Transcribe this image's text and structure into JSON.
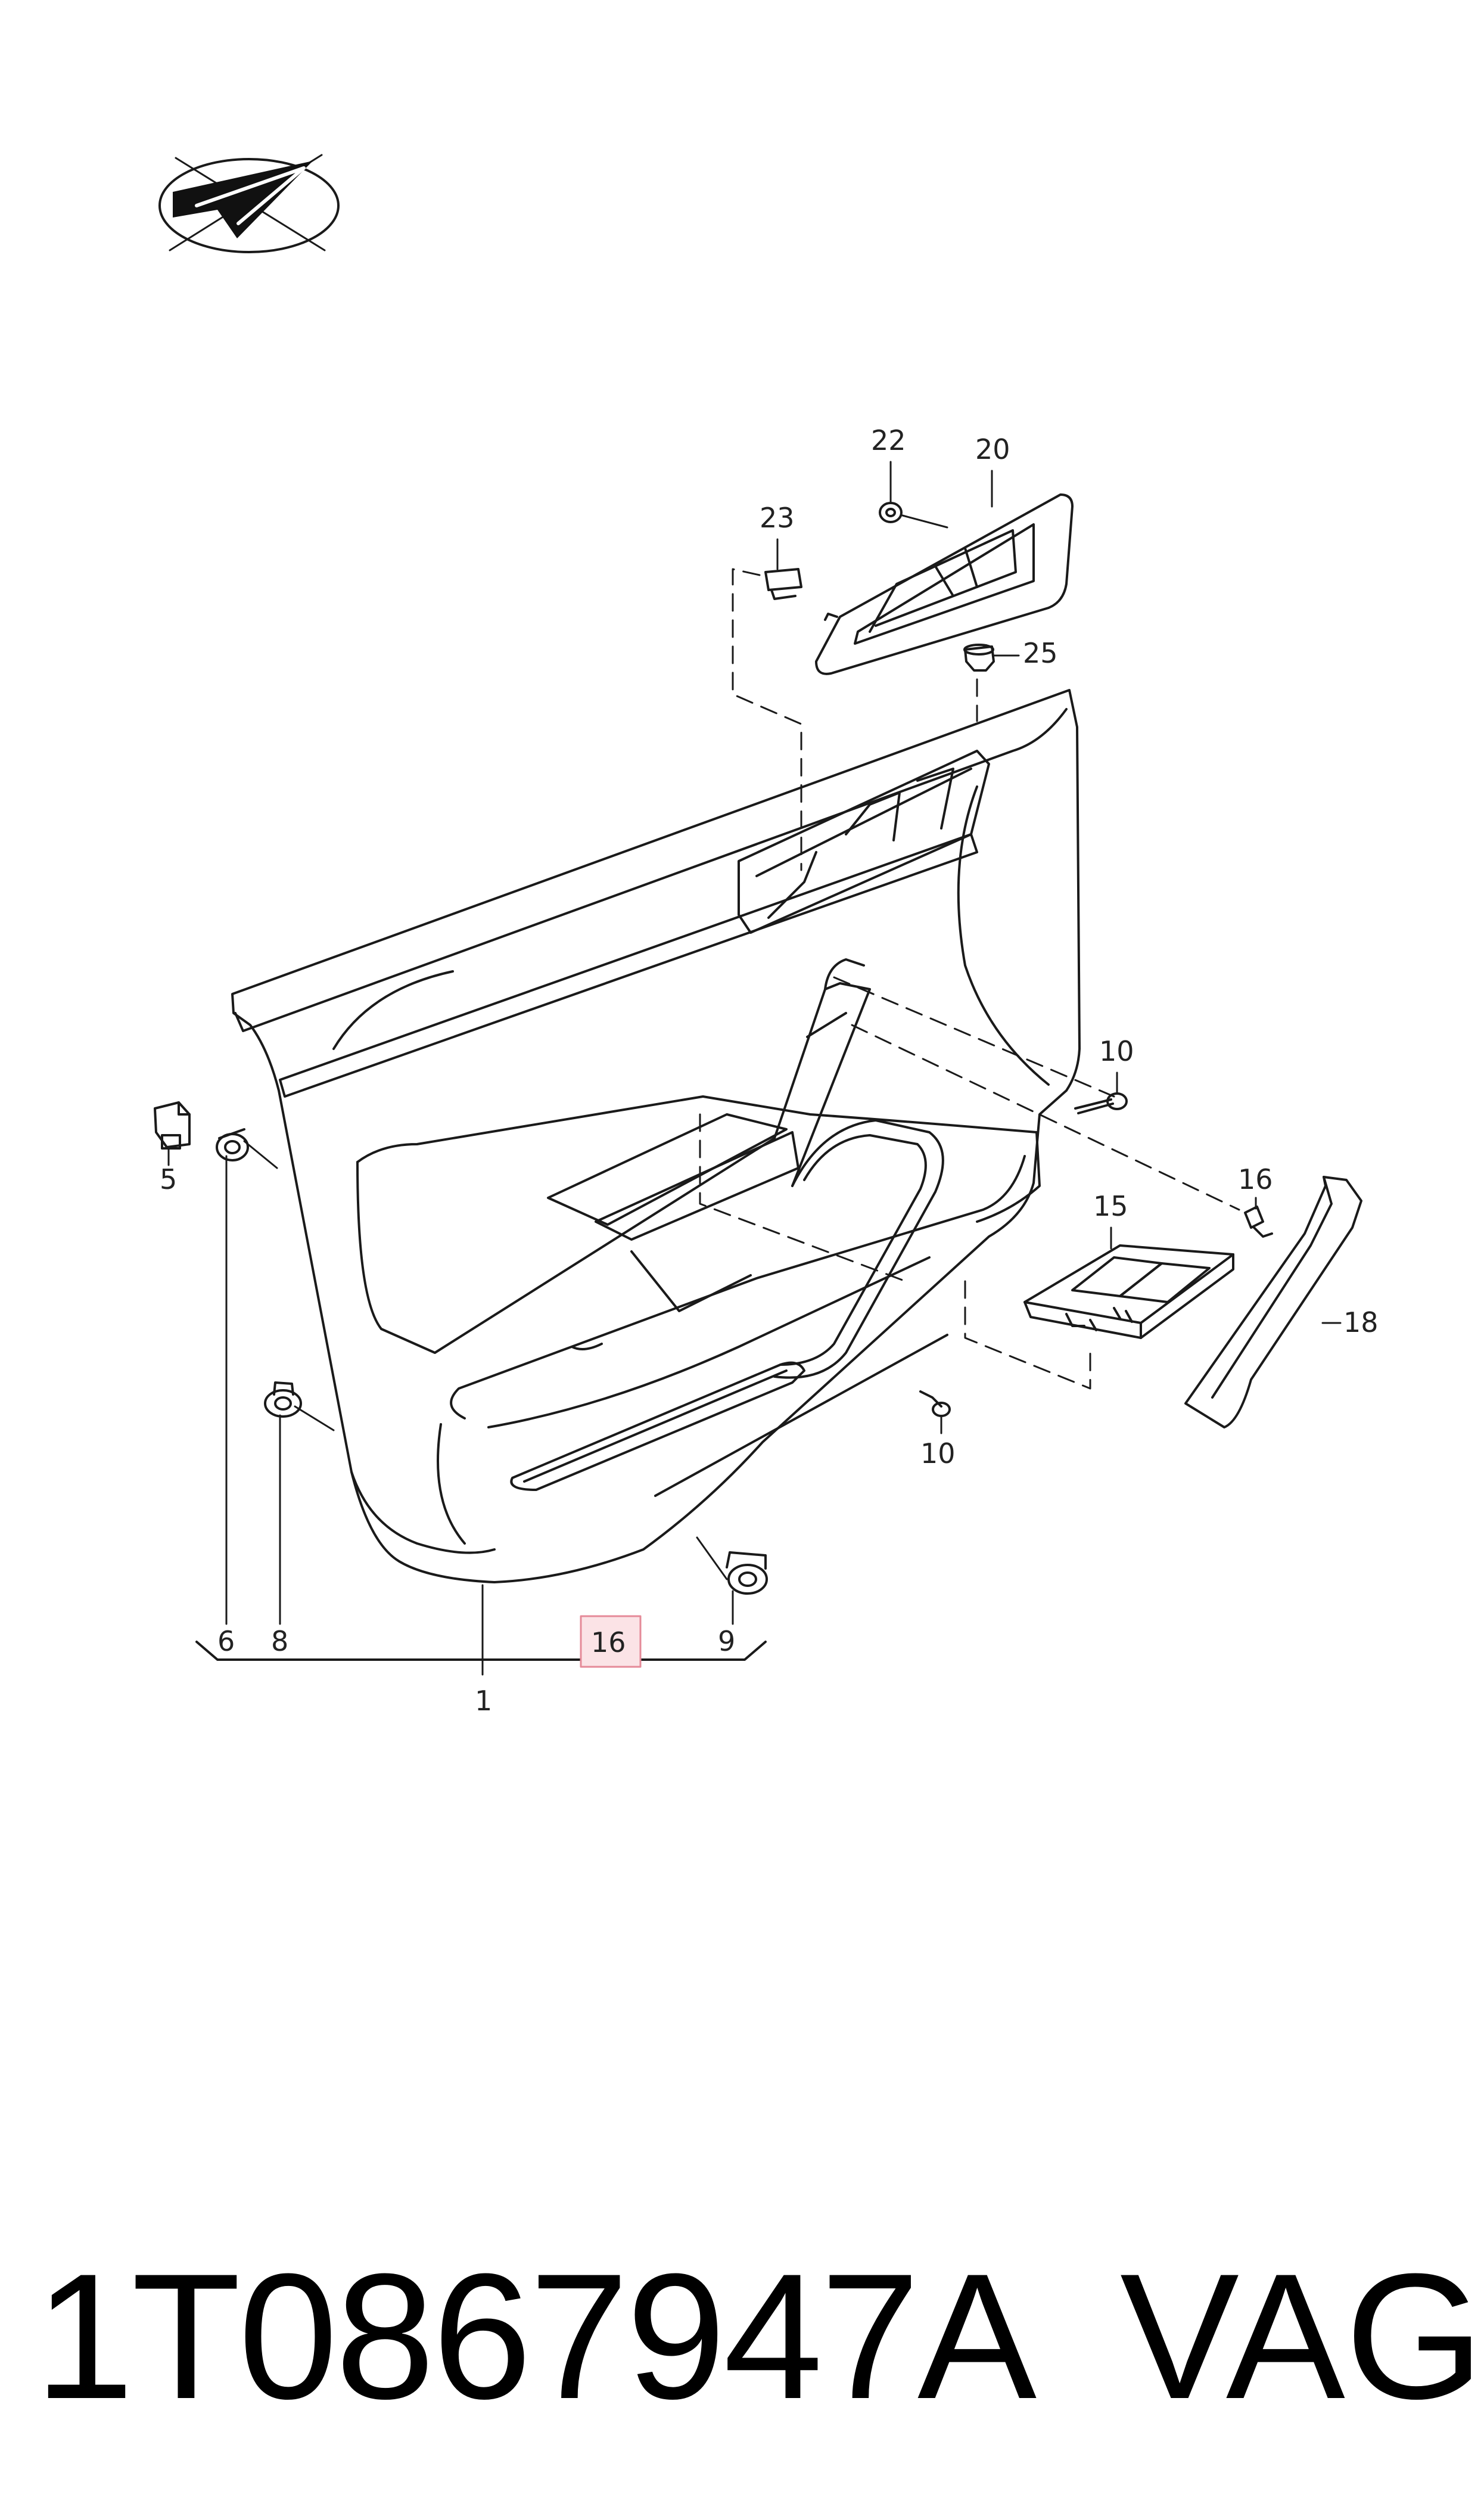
{
  "callouts": {
    "c22": "22",
    "c20": "20",
    "c23": "23",
    "c25": "25",
    "c10a": "10",
    "c5": "5",
    "c16a": "16",
    "c15": "15",
    "c18": "18",
    "c10b": "10",
    "c6": "6",
    "c8": "8",
    "c9": "9",
    "c1": "1",
    "c16b": "16"
  },
  "footer": {
    "part_number": "1T0867947A",
    "brand": "VAG"
  },
  "colors": {
    "line": "#1a1a1a",
    "highlight_fill": "#fbe3e6",
    "highlight_stroke": "#e58a98"
  },
  "icons": [
    "brand-logo-icon"
  ]
}
